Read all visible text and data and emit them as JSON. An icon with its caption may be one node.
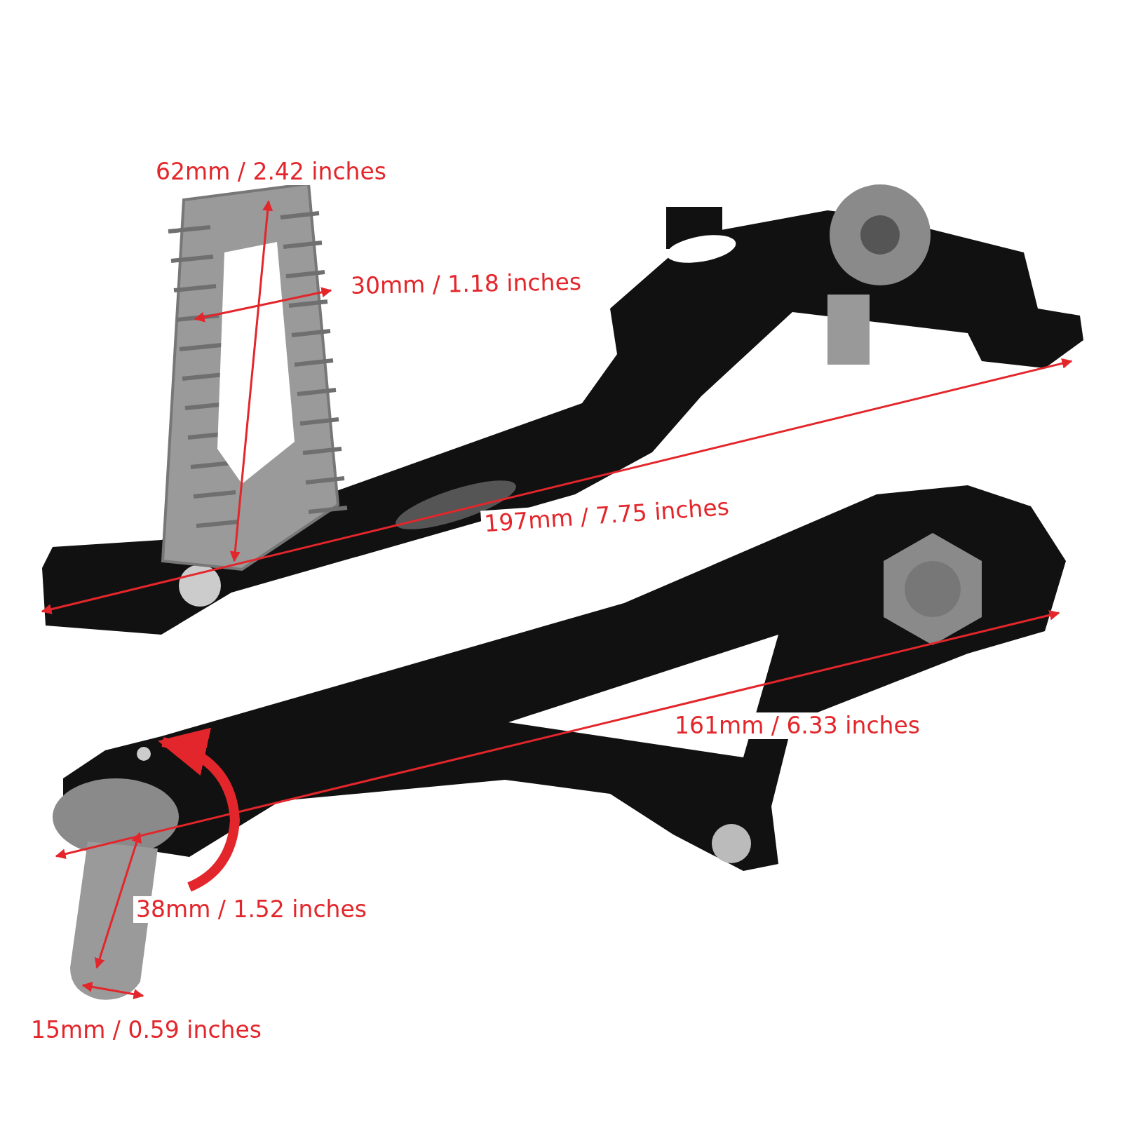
{
  "diagram": {
    "labels": [
      "62mm / 2.42 inches",
      "30mm / 1.18 inches",
      "197mm / 7.75 inches",
      "161mm / 6.33 inches",
      "38mm / 1.52 inches",
      "15mm / 0.59 inches"
    ]
  }
}
